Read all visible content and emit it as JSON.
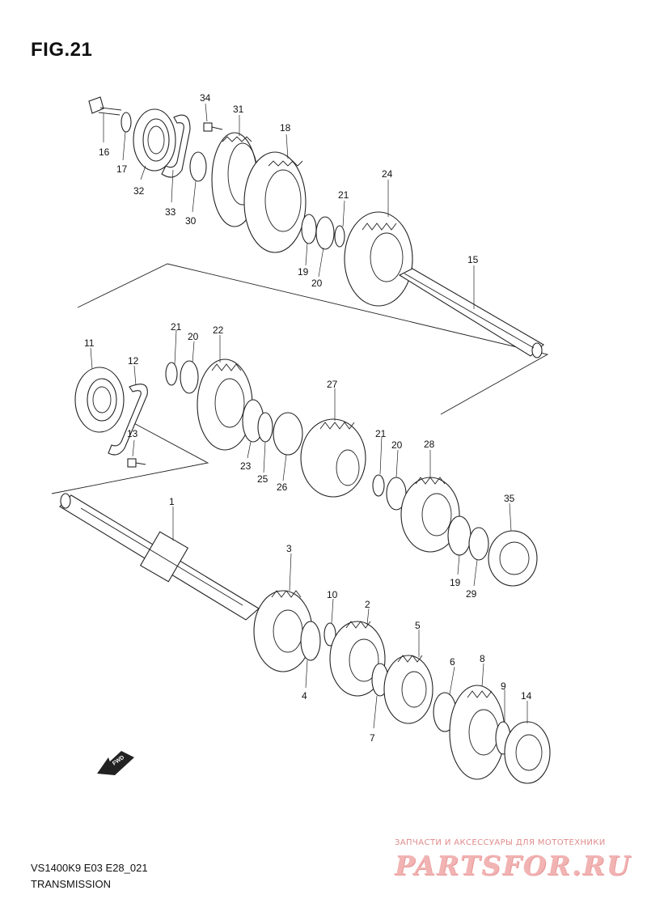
{
  "figure": {
    "title": "FIG.21"
  },
  "footer": {
    "model": "VS1400K9 E03 E28_021",
    "caption": "TRANSMISSION"
  },
  "direction_marker": {
    "label": "FWD",
    "icon": "fwd-arrow-icon"
  },
  "watermark": {
    "tagline": "ЗАПЧАСТИ И АКСЕССУАРЫ ДЛЯ МОТОТЕХНИКИ",
    "brand": "PARTSFOR.RU"
  },
  "callouts": {
    "c1": "1",
    "c2": "2",
    "c3": "3",
    "c4": "4",
    "c5": "5",
    "c6": "6",
    "c7": "7",
    "c8": "8",
    "c9": "9",
    "c10": "10",
    "c11": "11",
    "c12": "12",
    "c13": "13",
    "c14": "14",
    "c15": "15",
    "c16": "16",
    "c17": "17",
    "c18": "18",
    "c19a": "19",
    "c19b": "19",
    "c20a": "20",
    "c20b": "20",
    "c20c": "20",
    "c21a": "21",
    "c21b": "21",
    "c21c": "21",
    "c22": "22",
    "c23": "23",
    "c24": "24",
    "c25": "25",
    "c26": "26",
    "c27": "27",
    "c28": "28",
    "c29": "29",
    "c30": "30",
    "c31": "31",
    "c32": "32",
    "c33": "33",
    "c34": "34",
    "c35": "35"
  }
}
